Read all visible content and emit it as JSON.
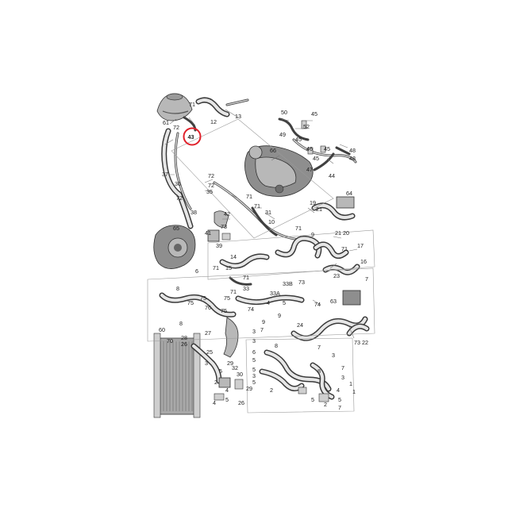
{
  "diagram": {
    "highlight": {
      "label": "43",
      "color": "#e0202a"
    },
    "labels": [
      "71",
      "12",
      "13",
      "61",
      "72",
      "50",
      "45",
      "52",
      "49",
      "45",
      "46",
      "66",
      "45",
      "45",
      "48",
      "48",
      "47",
      "44",
      "37",
      "36",
      "72",
      "72",
      "35",
      "72",
      "71",
      "71",
      "64",
      "31",
      "10",
      "19",
      "21",
      "42",
      "73",
      "65",
      "41",
      "39",
      "20",
      "71",
      "21",
      "71",
      "17",
      "16",
      "14",
      "71",
      "8",
      "71",
      "33B",
      "73",
      "23",
      "75",
      "75",
      "75",
      "76",
      "71",
      "33",
      "33A",
      "4",
      "74",
      "63",
      "5",
      "9",
      "24",
      "22",
      "73",
      "60",
      "8",
      "27",
      "28",
      "26",
      "3",
      "3",
      "7",
      "8",
      "6",
      "25",
      "5",
      "5",
      "2",
      "5",
      "29",
      "30",
      "3",
      "4",
      "5",
      "1",
      "7",
      "7",
      "3",
      "3",
      "4",
      "5",
      "7",
      "2",
      "5",
      "26",
      "4",
      "2",
      "1",
      "9",
      "6",
      "15",
      "7",
      "75",
      "70",
      "32",
      "38",
      "29",
      "3",
      "5",
      "8",
      "74",
      "9"
    ]
  }
}
